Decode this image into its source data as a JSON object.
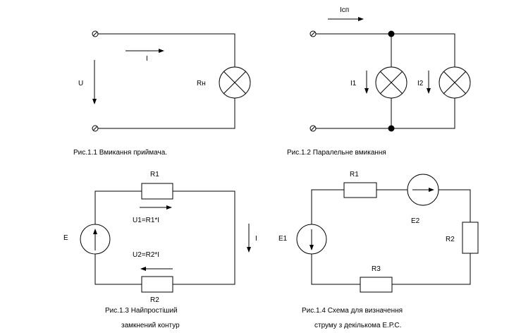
{
  "fig1": {
    "labels": {
      "voltage": "U",
      "current": "I",
      "load": "Rн"
    },
    "caption": "Рис.1.1  Вмикання приймача."
  },
  "fig2": {
    "labels": {
      "total_current": "Iсп",
      "branch1": "I1",
      "branch2": "I2"
    },
    "caption": "Рис.1.2  Паралельне вмикання"
  },
  "fig3": {
    "labels": {
      "r1": "R1",
      "r2": "R2",
      "emf": "E",
      "u1": "U1=R1*I",
      "u2": "U2=R2*I",
      "current": "I"
    },
    "caption_line1": "Рис.1.3  Найпростіший",
    "caption_line2": "замкнений контур"
  },
  "fig4": {
    "labels": {
      "r1": "R1",
      "r2": "R2",
      "r3": "R3",
      "e1": "E1",
      "e2": "E2"
    },
    "caption_line1": "Рис.1.4 Схема для визначення",
    "caption_line2": "струму з декількома Е.Р.С."
  }
}
